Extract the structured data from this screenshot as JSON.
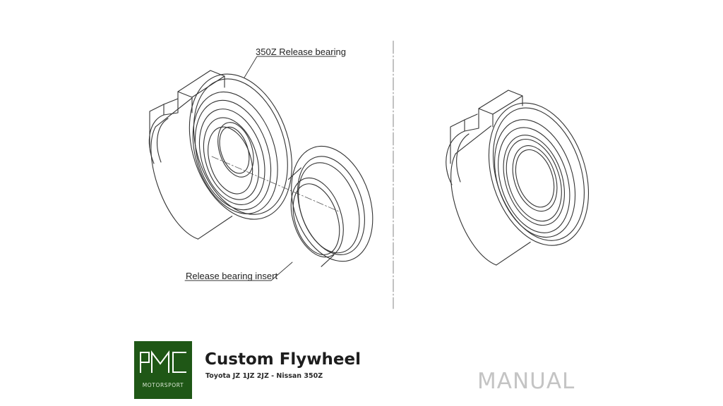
{
  "drawing": {
    "callouts": {
      "release_bearing": "350Z Release bearing",
      "insert": "Release bearing insert"
    }
  },
  "brand": {
    "logo_icon": "pmc-logo-icon",
    "logo_subtext": "MOTORSPORT",
    "logo_color": "#1f5716"
  },
  "product": {
    "title": "Custom Flywheel",
    "subtitle": "Toyota JZ 1JZ 2JZ - Nissan 350Z"
  },
  "document": {
    "type_label": "MANUAL"
  }
}
